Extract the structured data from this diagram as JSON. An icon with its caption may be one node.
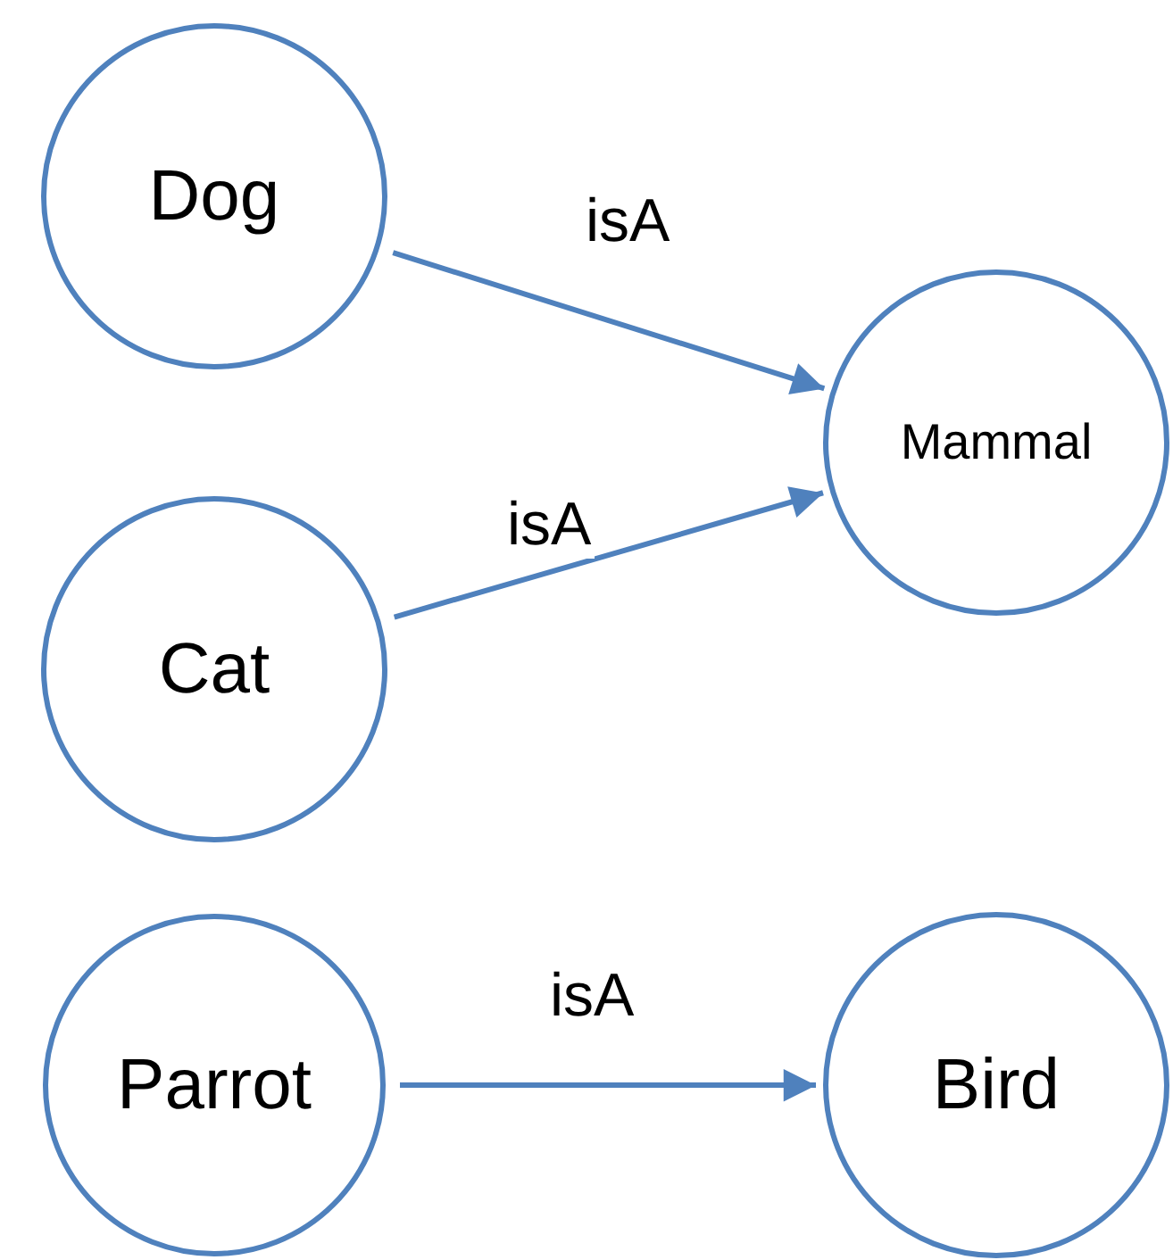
{
  "diagram": {
    "nodes": [
      {
        "text": [
          "Dog"
        ]
      },
      {
        "text": [
          "Mammal"
        ]
      },
      {
        "text": [
          "Cat"
        ]
      },
      {
        "text": [
          "Parrot"
        ]
      },
      {
        "text": [
          "Bird"
        ]
      }
    ],
    "edges": [
      {
        "from": 0,
        "to": 1,
        "arrow": "to",
        "label": "isA"
      },
      {
        "from": 2,
        "to": 1,
        "arrow": "to",
        "label": "isA"
      },
      {
        "from": 3,
        "to": 4,
        "arrow": "to",
        "label": "isA"
      }
    ]
  }
}
